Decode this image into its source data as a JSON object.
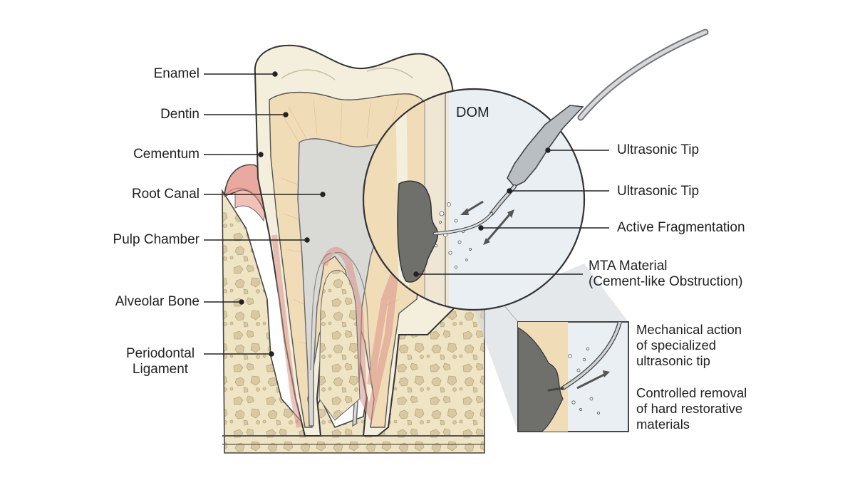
{
  "labels": {
    "enamel": "Enamel",
    "dentin": "Dentin",
    "cementum": "Cementum",
    "root_canal": "Root Canal",
    "pulp_chamber": "Pulp Chamber",
    "alveolar_bone": "Alveolar Bone",
    "periodontal_line1": "Periodontal",
    "periodontal_line2": "Ligament",
    "dom": "DOM",
    "ultrasonic_tip_1": "Ultrasonic Tip",
    "ultrasonic_tip_2": "Ultrasonic Tip",
    "active_fragmentation": "Active Fragmentation",
    "mta_line1": "MTA Material",
    "mta_line2": "(Cement-like Obstruction)"
  },
  "inset": {
    "caption1_line1": "Mechanical action",
    "caption1_line2": "of specialized",
    "caption1_line3": "ultrasonic tip",
    "caption2_line1": "Controlled removal",
    "caption2_line2": "of hard restorative",
    "caption2_line3": "materials"
  },
  "colors": {
    "enamel": "#f3efdc",
    "dentin": "#f1dcb8",
    "pulp": "#d9dad6",
    "gum": "#e9a9a0",
    "bone": "#efe4c4",
    "bone_spot": "#d8c9a2",
    "mta": "#6f6f6c",
    "magnifier_bg": "#e9eff3",
    "instrument": "#b9bec3"
  }
}
